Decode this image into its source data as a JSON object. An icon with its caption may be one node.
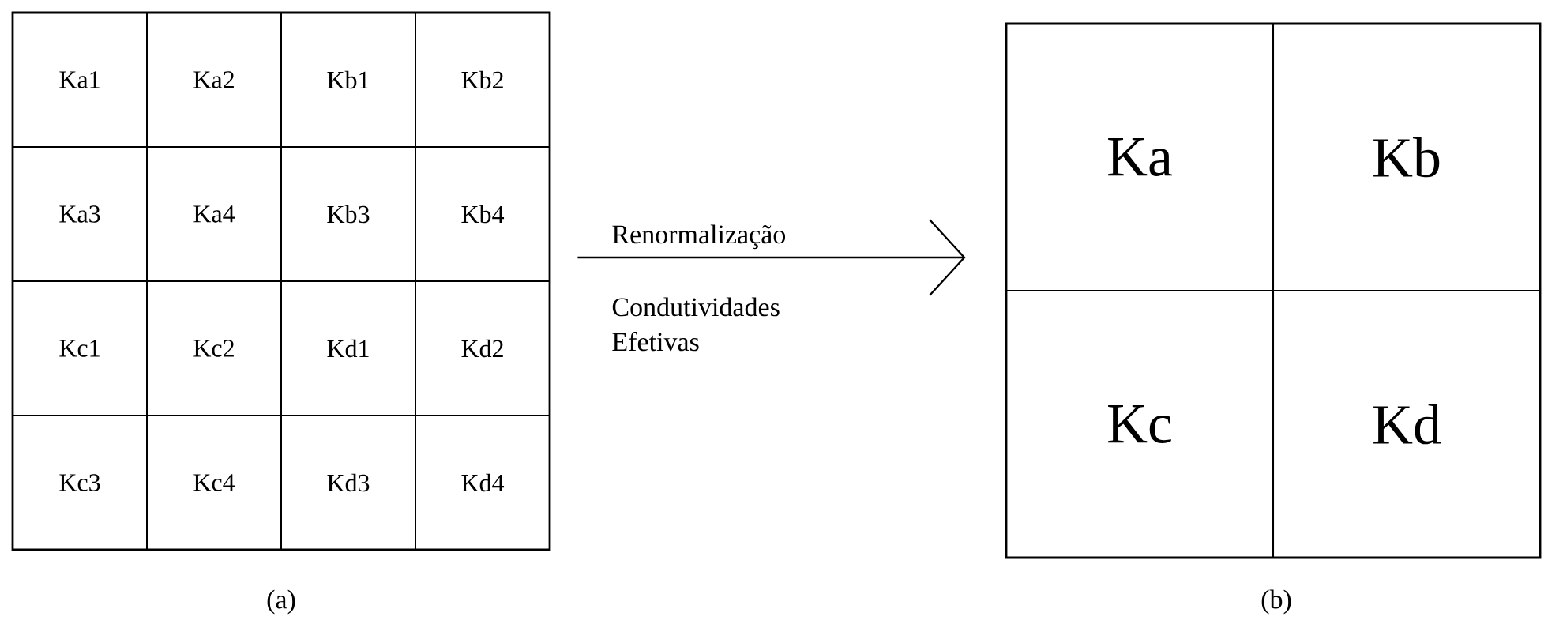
{
  "diagram": {
    "nodes": [
      {
        "text": [],
        "shape": "box"
      },
      {
        "text": [
          "Ka1"
        ],
        "in": 0
      },
      {
        "text": [
          "Ka2"
        ],
        "in": 0
      },
      {
        "text": [
          "Kb1"
        ],
        "in": 0
      },
      {
        "text": [
          "Kb2"
        ],
        "in": 0
      },
      {
        "text": [
          "Ka3"
        ],
        "in": 0
      },
      {
        "text": [
          "Ka4"
        ],
        "in": 0
      },
      {
        "text": [
          "Kb3"
        ],
        "in": 0
      },
      {
        "text": [
          "Kb4"
        ],
        "in": 0
      },
      {
        "text": [
          "Kc1"
        ],
        "in": 0
      },
      {
        "text": [
          "Kc2"
        ],
        "in": 0
      },
      {
        "text": [
          "Kd1"
        ],
        "in": 0
      },
      {
        "text": [
          "Kd2"
        ],
        "in": 0
      },
      {
        "text": [
          "Kc3"
        ],
        "in": 0
      },
      {
        "text": [
          "Kc4"
        ],
        "in": 0
      },
      {
        "text": [
          "Kd3"
        ],
        "in": 0
      },
      {
        "text": [
          "Kd4"
        ],
        "in": 0
      },
      {
        "text": [],
        "shape": "box"
      },
      {
        "text": [
          "Ka"
        ],
        "in": 17
      },
      {
        "text": [
          "Kb"
        ],
        "in": 17
      },
      {
        "text": [
          "Kc"
        ],
        "in": 17
      },
      {
        "text": [
          "Kd"
        ],
        "in": 17
      }
    ],
    "edges": [
      {
        "from": 0,
        "to": 17,
        "arrow": "to",
        "label": "Renormalização"
      }
    ],
    "labels": [
      "Condutividades Efetivas",
      "(a)",
      "(b)"
    ]
  }
}
